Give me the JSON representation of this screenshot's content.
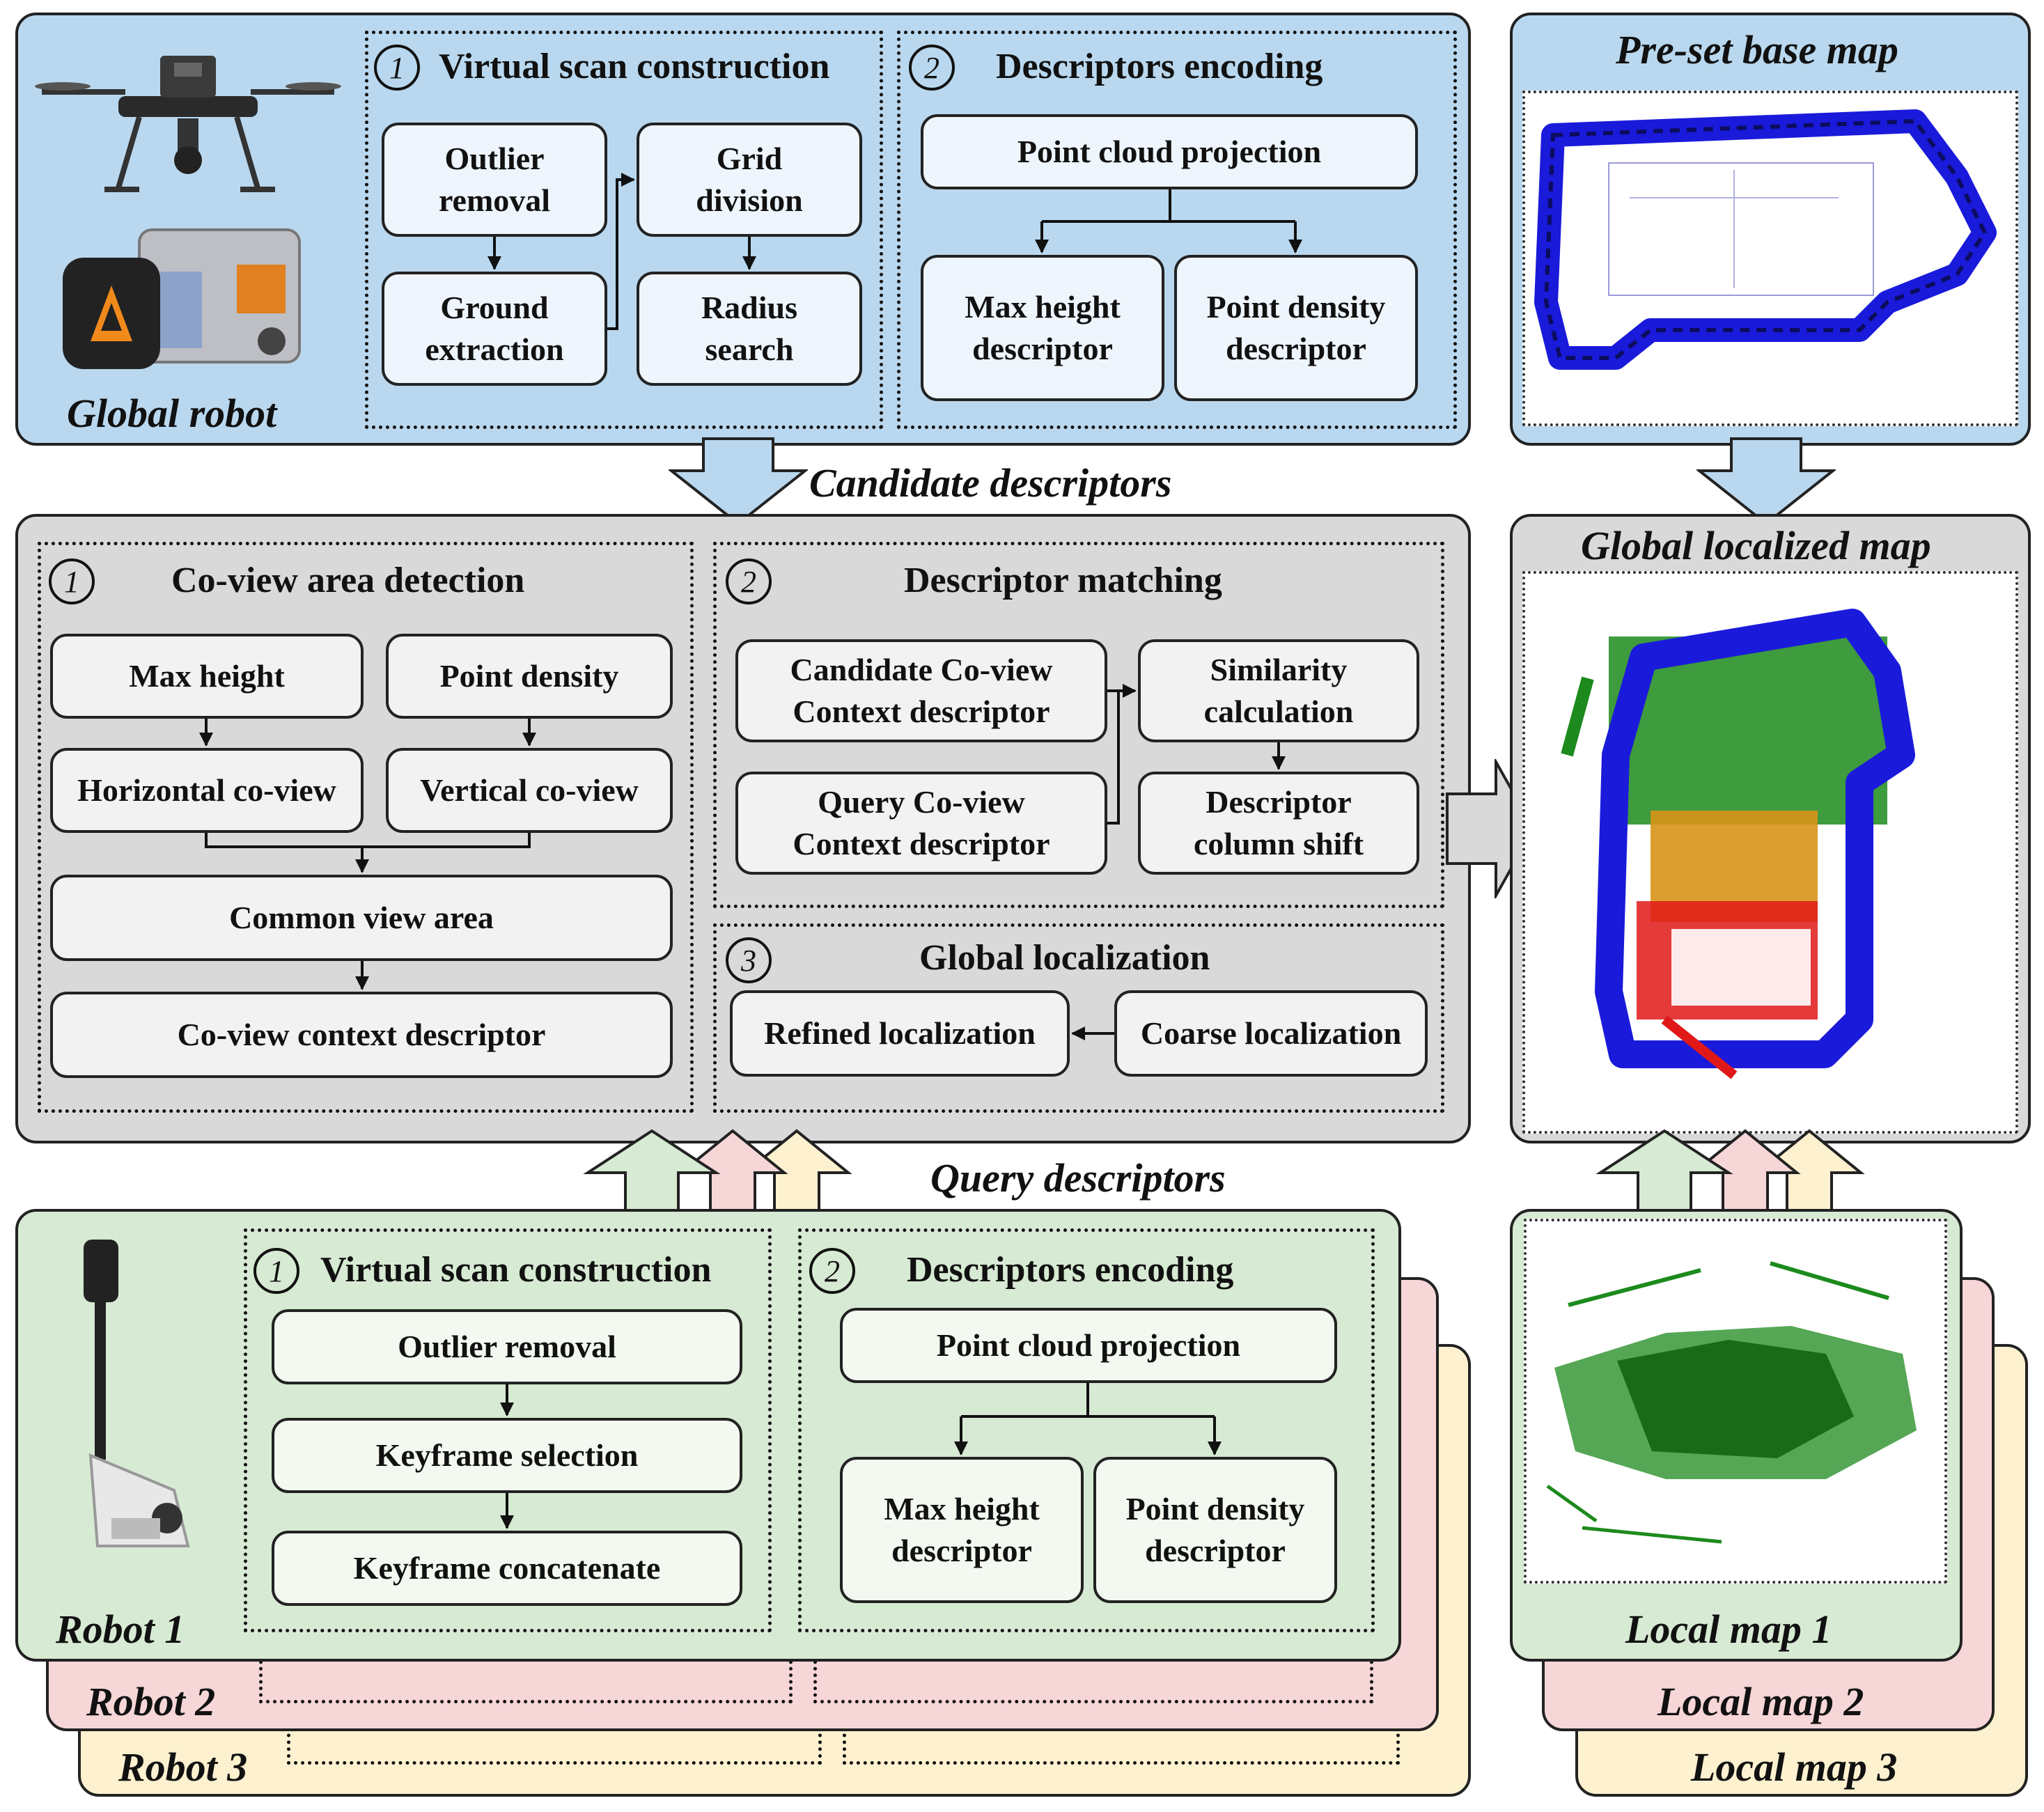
{
  "top": {
    "robot_label": "Global robot",
    "sec1": {
      "number": "1",
      "title": "Virtual scan construction",
      "boxes": {
        "outlier": "Outlier\nremoval",
        "ground": "Ground\nextraction",
        "grid": "Grid\ndivision",
        "radius": "Radius\nsearch"
      }
    },
    "sec2": {
      "number": "2",
      "title": "Descriptors encoding",
      "boxes": {
        "projection": "Point cloud projection",
        "maxh": "Max height\ndescriptor",
        "density": "Point density\ndescriptor"
      }
    },
    "base_map_title": "Pre-set base map"
  },
  "candidate_label": "Candidate descriptors",
  "middle": {
    "sec1": {
      "number": "1",
      "title": "Co-view area detection",
      "boxes": {
        "maxh": "Max height",
        "density": "Point density",
        "hco": "Horizontal co-view",
        "vco": "Vertical co-view",
        "common": "Common view area",
        "ctx": "Co-view context descriptor"
      }
    },
    "sec2": {
      "number": "2",
      "title": "Descriptor matching",
      "boxes": {
        "cand": "Candidate Co-view\nContext descriptor",
        "query": "Query Co-view\nContext descriptor",
        "sim": "Similarity\ncalculation",
        "shift": "Descriptor\ncolumn shift"
      }
    },
    "sec3": {
      "number": "3",
      "title": "Global localization",
      "boxes": {
        "refined": "Refined localization",
        "coarse": "Coarse localization"
      }
    },
    "global_map_title": "Global localized map"
  },
  "query_label": "Query descriptors",
  "bottom": {
    "robots": [
      "Robot 1",
      "Robot 2",
      "Robot 3"
    ],
    "sec1": {
      "number": "1",
      "title": "Virtual scan construction",
      "boxes": {
        "outlier": "Outlier removal",
        "keyframe": "Keyframe selection",
        "concat": "Keyframe concatenate"
      }
    },
    "sec2": {
      "number": "2",
      "title": "Descriptors encoding",
      "boxes": {
        "projection": "Point cloud projection",
        "maxh": "Max height\ndescriptor",
        "density": "Point density\ndescriptor"
      }
    },
    "local_maps": [
      "Local map 1",
      "Local map 2",
      "Local map 3"
    ]
  },
  "colors": {
    "blue_panel": "#b9d8ef",
    "gray_panel": "#d9d9d9",
    "green_panel": "#d7ead3",
    "pink_panel": "#f7d6d8",
    "yellow_panel": "#fdf1cf",
    "map_blue": "#1a1adb",
    "map_green": "#1c8a1c",
    "map_red": "#e01818",
    "map_orange": "#d89418"
  },
  "icons": [
    "drone-icon",
    "lidar-scanner-icon",
    "handheld-scanner-icon"
  ]
}
